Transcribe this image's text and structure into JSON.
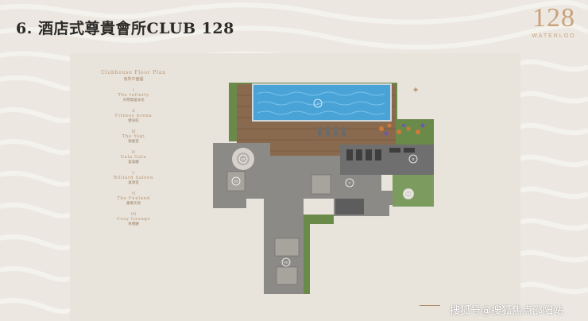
{
  "header": {
    "title": "6. 酒店式尊貴會所CLUB 128"
  },
  "logo": {
    "number": "128",
    "subtitle": "WATERLOO"
  },
  "legend": {
    "heading": "Clubhouse Floor Plan",
    "heading_zh": "會所平面圖",
    "items": [
      {
        "num": "I",
        "en": "The Infinity",
        "zh": "天際無邊泳池"
      },
      {
        "num": "II",
        "en": "Fitness Arena",
        "zh": "健身館"
      },
      {
        "num": "III",
        "en": "The Yogi",
        "zh": "瑜伽室"
      },
      {
        "num": "IV",
        "en": "Gala Gala",
        "zh": "宴會廳"
      },
      {
        "num": "V",
        "en": "Billiard Saloon",
        "zh": "桌球室"
      },
      {
        "num": "VI",
        "en": "The Funland",
        "zh": "童樂天地"
      },
      {
        "num": "VII",
        "en": "Cosy Lounge",
        "zh": "休憩廳"
      }
    ]
  },
  "plan": {
    "markers": [
      "I",
      "II",
      "III",
      "IV",
      "V",
      "VI",
      "VII"
    ]
  },
  "watermark": "搜狐号@搜狐焦点邵阳站"
}
